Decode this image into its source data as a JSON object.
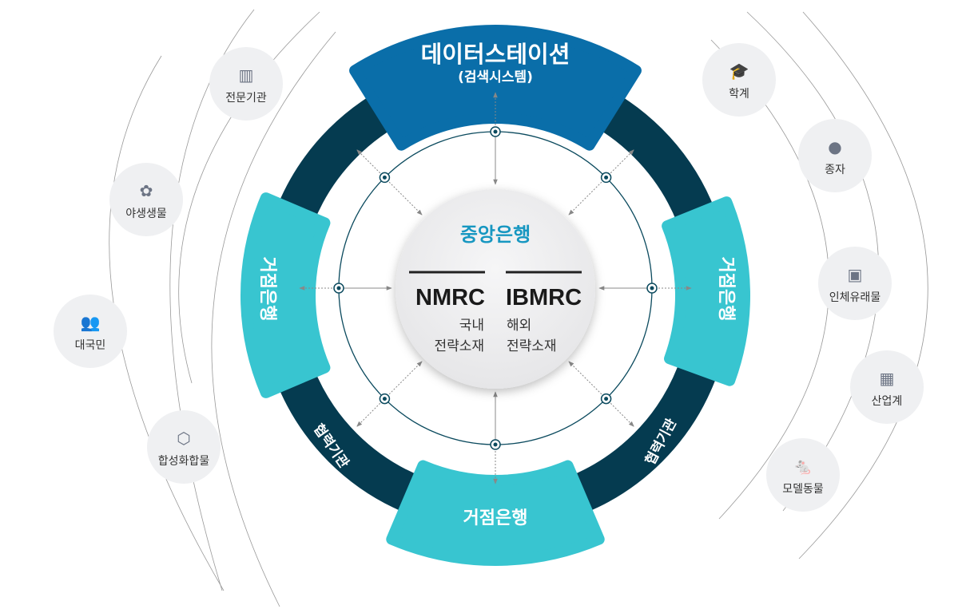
{
  "title": {
    "main": "데이터스테이션",
    "sub": "(검색시스템)"
  },
  "center": {
    "title": "중앙은행",
    "left": {
      "code": "NMRC",
      "line1": "국내",
      "line2": "전략소재"
    },
    "right": {
      "code": "IBMRC",
      "line1": "해외",
      "line2": "전략소재"
    }
  },
  "segments": {
    "left": "거점은행",
    "right": "거점은행",
    "bottom": "거점은행",
    "coop_left": "협력기관",
    "coop_right": "협력기관"
  },
  "satellites": [
    {
      "label": "전문기관",
      "icon": "building-icon"
    },
    {
      "label": "야생생물",
      "icon": "plant-icon"
    },
    {
      "label": "대국민",
      "icon": "people-icon"
    },
    {
      "label": "합성화합물",
      "icon": "molecule-icon"
    },
    {
      "label": "학계",
      "icon": "graduation-cap-icon"
    },
    {
      "label": "종자",
      "icon": "seed-icon"
    },
    {
      "label": "인체유래물",
      "icon": "human-body-icon"
    },
    {
      "label": "산업계",
      "icon": "factory-icon"
    },
    {
      "label": "모델동물",
      "icon": "mouse-icon"
    }
  ],
  "colors": {
    "ring": "#053b50",
    "blue": "#0a6ea9",
    "teal": "#38c5d0",
    "satellite": "#eff0f2",
    "icon": "#6c7484",
    "accent": "#1797c1"
  }
}
